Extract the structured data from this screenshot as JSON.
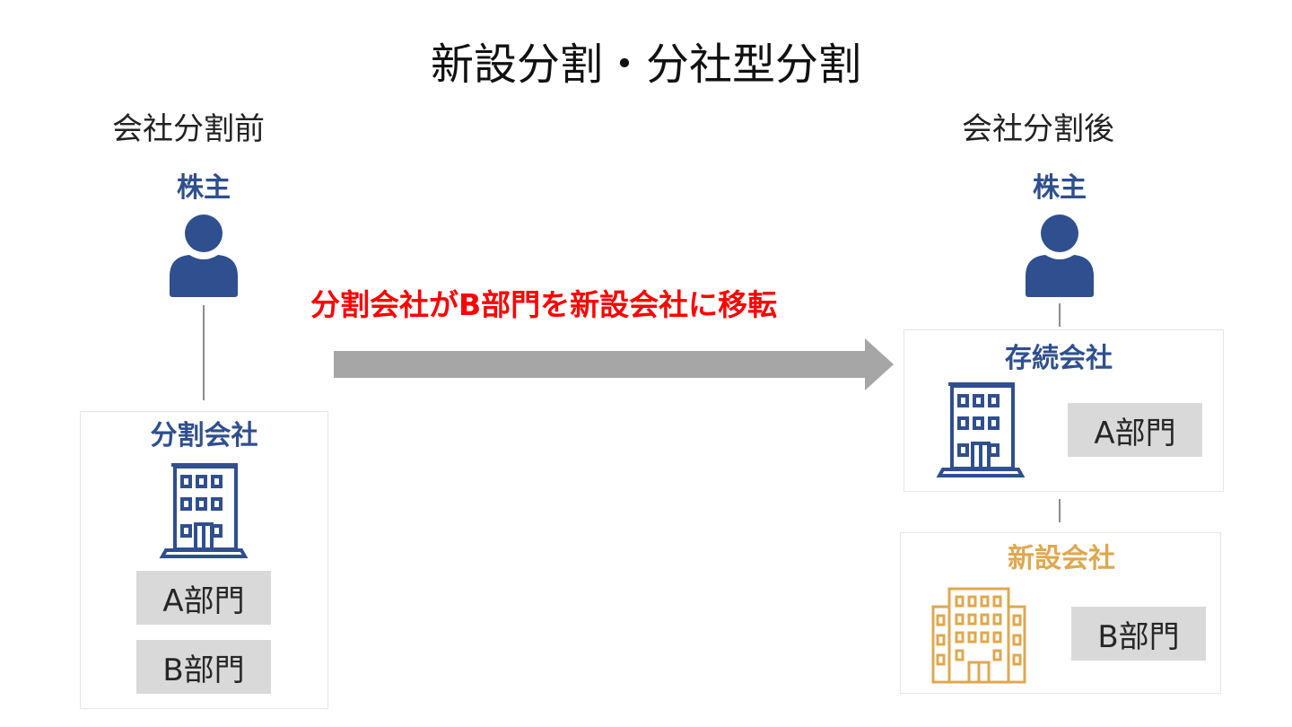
{
  "title": "新設分割・分社型分割",
  "before": {
    "heading": "会社分割前",
    "shareholder_label": "株主",
    "company_label": "分割会社",
    "departments": [
      "A部門",
      "B部門"
    ]
  },
  "after": {
    "heading": "会社分割後",
    "shareholder_label": "株主",
    "surviving_company_label": "存続会社",
    "surviving_departments": [
      "A部門"
    ],
    "new_company_label": "新設会社",
    "new_departments": [
      "B部門"
    ]
  },
  "transfer_caption": "分割会社がB部門を新設会社に移転",
  "colors": {
    "blue": "#2f4f8f",
    "gold": "#dfa84f",
    "red": "#ff0000",
    "arrow_gray": "#a6a6a6",
    "dept_gray": "#d9d9d9"
  },
  "icons": {
    "person": "person-icon",
    "building": "building-icon",
    "new_building": "new-building-icon"
  }
}
